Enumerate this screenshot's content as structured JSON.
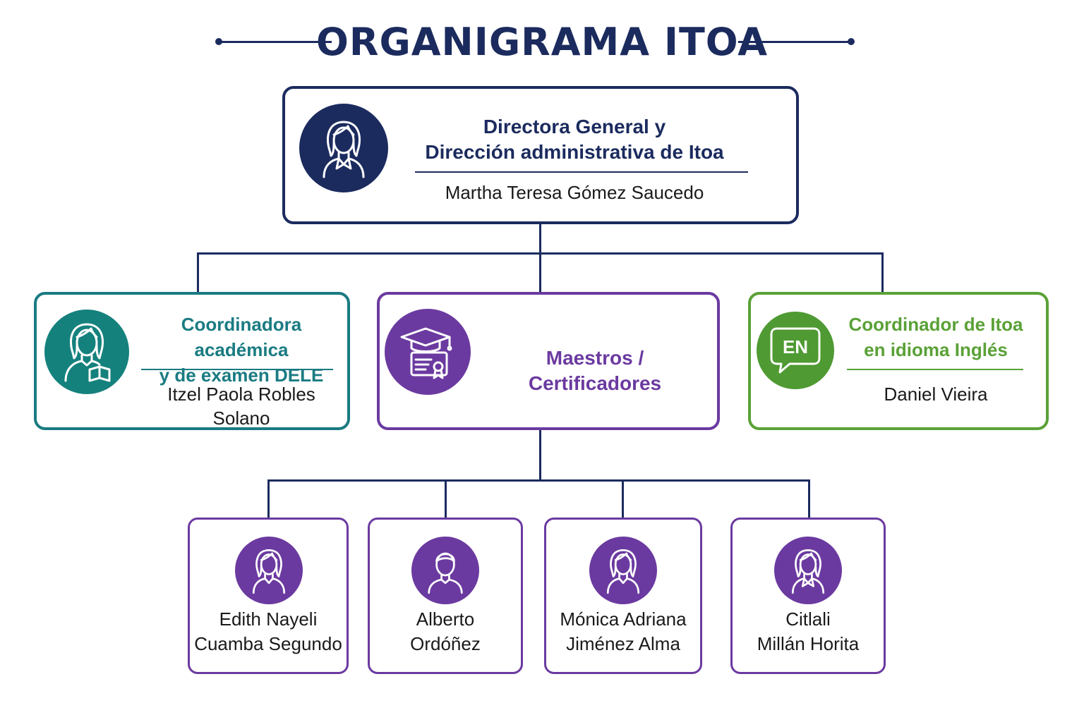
{
  "title": "ORGANIGRAMA ITOA",
  "colors": {
    "navy": "#1b2b5e",
    "teal": "#1a7b82",
    "purple": "#6b3aa0",
    "green": "#5aa137"
  },
  "director": {
    "icon": "woman-executive-icon",
    "role_line1": "Directora General y",
    "role_line2": "Dirección administrativa de Itoa",
    "name": "Martha Teresa Gómez Saucedo"
  },
  "academic": {
    "icon": "woman-with-book-icon",
    "role_line1": "Coordinadora académica",
    "role_line2": "y de examen DELE",
    "name": "Itzel Paola Robles Solano"
  },
  "teachers": {
    "icon": "graduation-certificate-icon",
    "role": "Maestros / Certificadores"
  },
  "english": {
    "icon": "speech-bubble-icon",
    "badge": "EN",
    "role_line1": "Coordinador de Itoa",
    "role_line2": "en idioma Inglés",
    "name": "Daniel Vieira"
  },
  "teacher_list": [
    {
      "icon": "woman-icon",
      "line1": "Edith Nayeli",
      "line2": "Cuamba Segundo"
    },
    {
      "icon": "man-icon",
      "line1": "Alberto",
      "line2": "Ordóñez"
    },
    {
      "icon": "woman-icon",
      "line1": "Mónica Adriana",
      "line2": "Jiménez Alma"
    },
    {
      "icon": "woman-icon",
      "line1": "Citlali",
      "line2": "Millán Horita"
    }
  ]
}
